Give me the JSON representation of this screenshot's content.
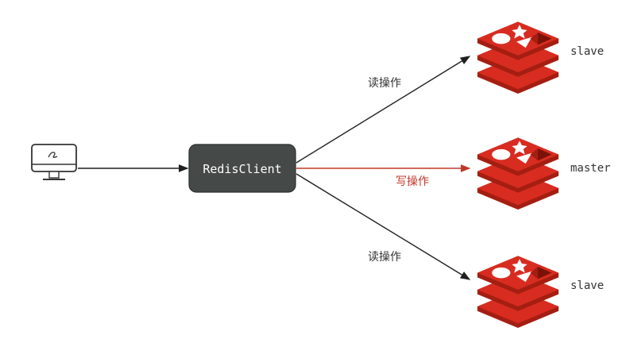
{
  "client": {
    "label": "RedisClient"
  },
  "edges": {
    "read_top_label": "读操作",
    "write_label": "写操作",
    "read_bottom_label": "读操作"
  },
  "nodes": {
    "top": {
      "label": "slave"
    },
    "middle": {
      "label": "master"
    },
    "bottom": {
      "label": "slave"
    }
  },
  "colors": {
    "client_box": "#454948",
    "read_edge": "#1f1f1f",
    "write_edge": "#c0392b",
    "write_text": "#c0392b",
    "redis_dark": "#a41e11",
    "redis_mid": "#d82c20",
    "redis_light": "#e74a3c"
  }
}
